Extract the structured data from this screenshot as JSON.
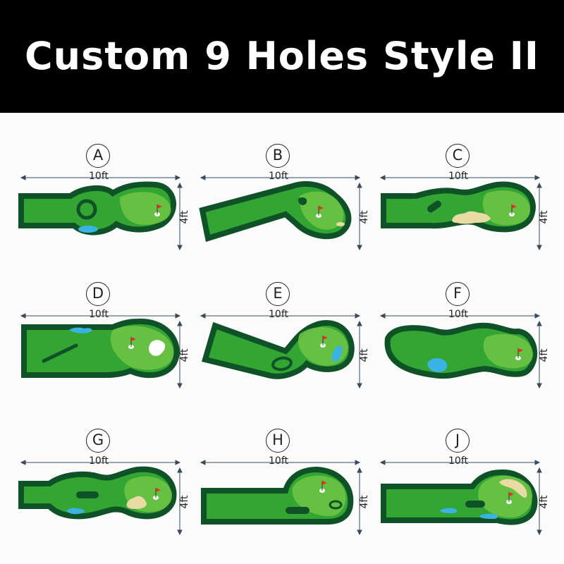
{
  "title": "Custom 9 Holes Style II",
  "dimensions": {
    "width": "10ft",
    "height": "4ft"
  },
  "colors": {
    "banner_bg": "#000000",
    "banner_text": "#ffffff",
    "fairway_border": "#0f5227",
    "fairway": "#33a532",
    "green": "#6cc444",
    "water": "#3ab2e3",
    "sand": "#e9dba4",
    "flag": "#e0302a"
  },
  "holes": [
    {
      "label": "A",
      "features": [
        "ring-hazard",
        "water",
        "flag"
      ]
    },
    {
      "label": "B",
      "features": [
        "hole-dark",
        "sand",
        "flag"
      ]
    },
    {
      "label": "C",
      "features": [
        "bar-hazard",
        "sand",
        "flag"
      ]
    },
    {
      "label": "D",
      "features": [
        "water",
        "diagonal-bar",
        "white-sand",
        "flag"
      ]
    },
    {
      "label": "E",
      "features": [
        "ring-hazard",
        "water",
        "flag"
      ]
    },
    {
      "label": "F",
      "features": [
        "water",
        "flag"
      ]
    },
    {
      "label": "G",
      "features": [
        "bar-hazard",
        "water",
        "sand",
        "flag"
      ]
    },
    {
      "label": "H",
      "features": [
        "bar-hazard",
        "ring-hazard",
        "flag"
      ]
    },
    {
      "label": "J",
      "features": [
        "bar-hazard",
        "water",
        "sand",
        "flag"
      ]
    }
  ]
}
